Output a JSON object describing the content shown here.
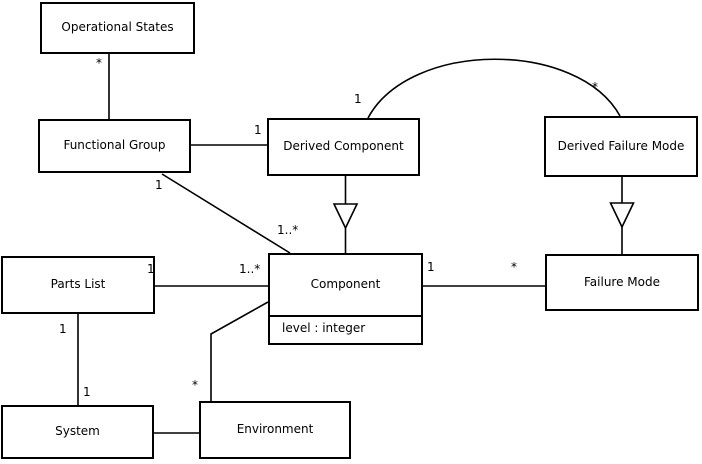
{
  "diagram": {
    "kind": "uml-class-diagram",
    "colors": {
      "background": "#ffffff",
      "line": "#000000",
      "box_fill": "#ffffff",
      "text": "#000000"
    },
    "classes": [
      {
        "id": "operational-states",
        "label": "Operational States"
      },
      {
        "id": "functional-group",
        "label": "Functional Group"
      },
      {
        "id": "derived-component",
        "label": "Derived Component"
      },
      {
        "id": "derived-failure-mode",
        "label": "Derived Failure Mode"
      },
      {
        "id": "parts-list",
        "label": "Parts List"
      },
      {
        "id": "component",
        "label": "Component",
        "attributes": [
          "level : integer"
        ]
      },
      {
        "id": "failure-mode",
        "label": "Failure Mode"
      },
      {
        "id": "system",
        "label": "System"
      },
      {
        "id": "environment",
        "label": "Environment"
      }
    ],
    "relations": [
      {
        "from": "Operational States",
        "to": "Functional Group",
        "type": "association",
        "from_label": "*"
      },
      {
        "from": "Functional Group",
        "to": "Derived Component",
        "type": "association",
        "to_label": "1"
      },
      {
        "from": "Derived Component",
        "to": "Derived Failure Mode",
        "type": "association",
        "from_label": "1",
        "to_label": "*"
      },
      {
        "from": "Functional Group",
        "to": "Component",
        "type": "association",
        "from_label": "1",
        "to_label": "1..*"
      },
      {
        "from": "Parts List",
        "to": "Component",
        "type": "association",
        "from_label": "1",
        "to_label": "1..*"
      },
      {
        "from": "Component",
        "to": "Failure Mode",
        "type": "association",
        "from_label": "1",
        "to_label": "*"
      },
      {
        "from": "Parts List",
        "to": "System",
        "type": "association",
        "from_label": "1",
        "to_label": "1"
      },
      {
        "from": "System",
        "to": "Environment",
        "type": "association"
      },
      {
        "from": "Environment",
        "to": "Component",
        "type": "association",
        "from_label": "*"
      },
      {
        "from": "Derived Component",
        "to": "Component",
        "type": "generalization"
      },
      {
        "from": "Derived Failure Mode",
        "to": "Failure Mode",
        "type": "generalization"
      }
    ]
  }
}
